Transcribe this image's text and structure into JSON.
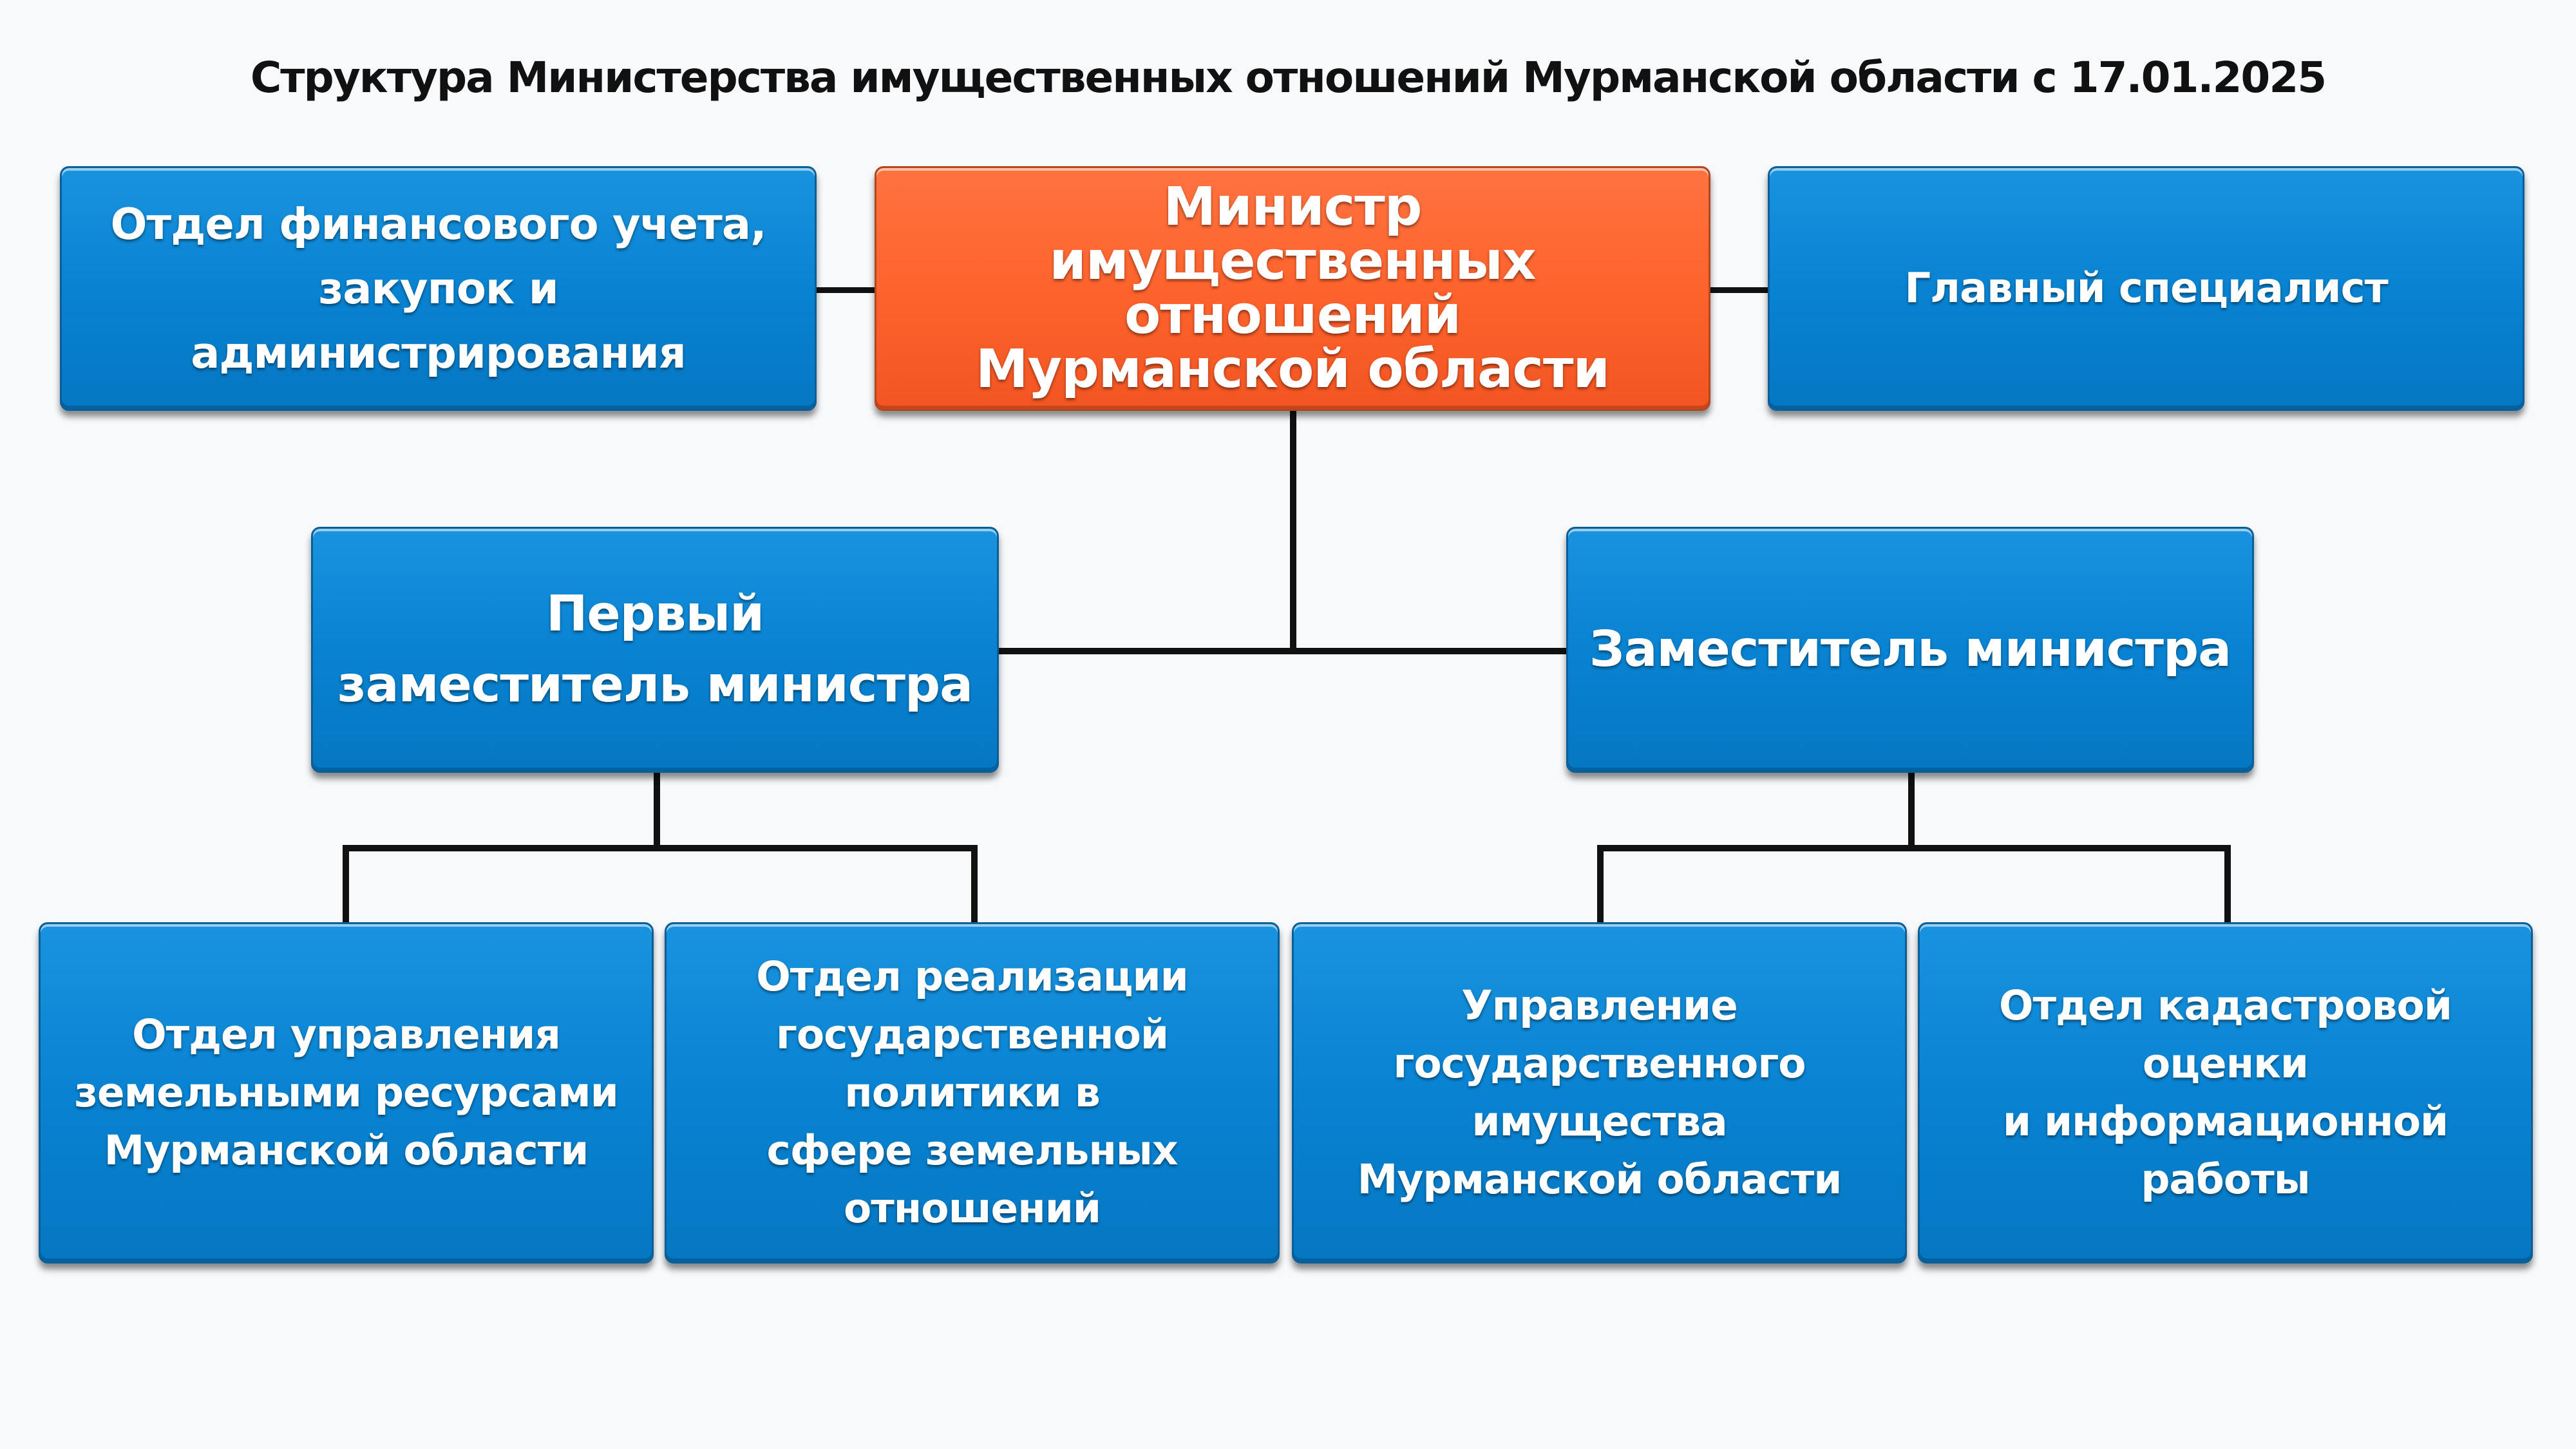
{
  "title": "Структура Министерства имущественных отношений Мурманской области с 17.01.2025",
  "colors": {
    "box_blue": "#0883d2",
    "box_orange": "#fe632d",
    "connector": "#111111",
    "background": "#f7f9fb"
  },
  "nodes": {
    "minister": "Министр\nимущественных отношений\nМурманской области",
    "finance_dept": "Отдел финансового учета,\nзакупок и администрирования",
    "chief_specialist": "Главный специалист",
    "first_deputy": "Первый\nзаместитель министра",
    "deputy": "Заместитель министра",
    "land_resources_dept": "Отдел управления\nземельными ресурсами\nМурманской области",
    "land_policy_dept": "Отдел реализации\nгосударственной политики в\nсфере земельных\nотношений",
    "state_property_dept": "Управление\nгосударственного\nимущества\nМурманской области",
    "cadastral_dept": "Отдел кадастровой оценки\nи информационной работы"
  },
  "edges": [
    [
      "minister",
      "finance_dept"
    ],
    [
      "minister",
      "chief_specialist"
    ],
    [
      "minister",
      "first_deputy"
    ],
    [
      "minister",
      "deputy"
    ],
    [
      "first_deputy",
      "land_resources_dept"
    ],
    [
      "first_deputy",
      "land_policy_dept"
    ],
    [
      "deputy",
      "state_property_dept"
    ],
    [
      "deputy",
      "cadastral_dept"
    ]
  ]
}
